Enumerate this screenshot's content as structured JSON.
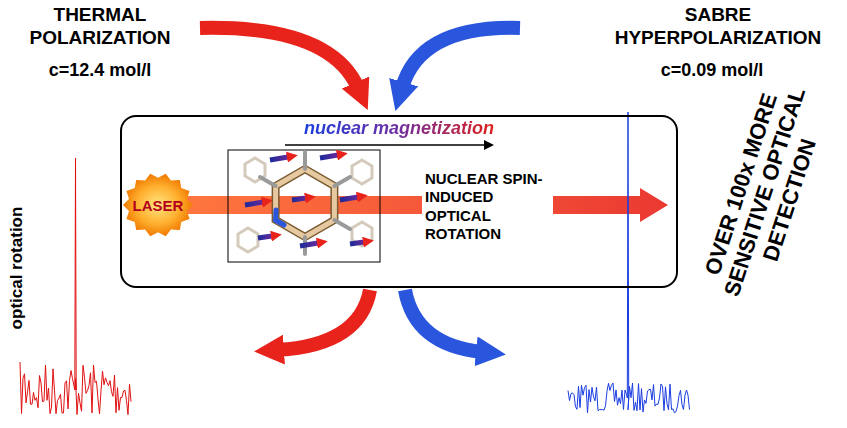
{
  "diagram": {
    "nodes": [
      {
        "text": [
          "nuclear magnetization",
          "NUCLEAR SPIN-INDUCED OPTICAL ROTATION"
        ]
      },
      {
        "text": [
          "LASER"
        ],
        "in": 0
      }
    ],
    "labels": [
      "THERMAL POLARIZATION",
      "c=12.4 mol/l",
      "SABRE HYPERPOLARIZATION",
      "c=0.09 mol/l",
      "optical rotation",
      "OVER 100x MORE SENSITIVE OPTICAL DETECTION"
    ]
  }
}
